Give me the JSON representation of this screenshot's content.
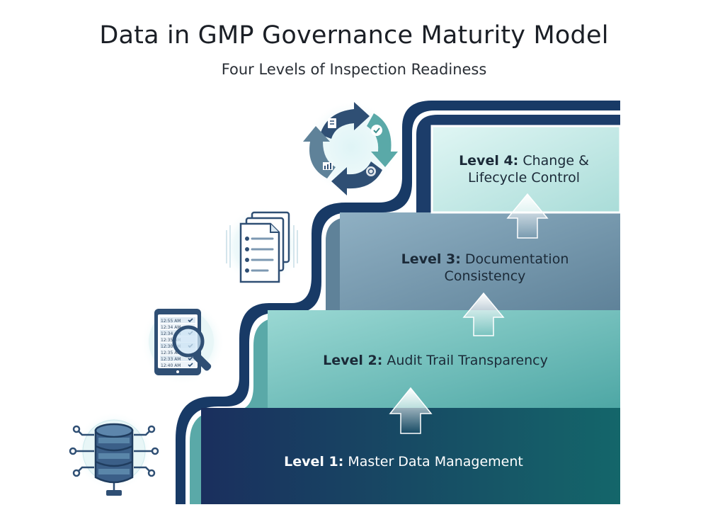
{
  "title": "Data in GMP Governance Maturity Model",
  "subtitle": "Four Levels of Inspection Readiness",
  "levels": [
    {
      "prefix": "Level 1:",
      "name": "Master Data Management"
    },
    {
      "prefix": "Level 2:",
      "name": "Audit Trail Transparency"
    },
    {
      "prefix": "Level 3:",
      "name_line1": "Documentation",
      "name_line2": "Consistency"
    },
    {
      "prefix": "Level 4:",
      "name_line1": "Change &",
      "name_line2": "Lifecycle Control"
    }
  ],
  "audit_times": [
    "12:55 AM",
    "12:34 AM",
    "12:34 AM",
    "12:35 AM",
    "12:30 AM",
    "12:35 AM",
    "12:33 AM",
    "12:40 AM"
  ],
  "colors": {
    "level1": "#1b3f6d",
    "level2": "#5fb4b0",
    "level3": "#6f91a8",
    "level4": "#c8ecea",
    "outline": "#183a66"
  },
  "icons": [
    "database-icon",
    "audit-tablet-magnifier-icon",
    "documents-icon",
    "lifecycle-cycle-icon"
  ]
}
